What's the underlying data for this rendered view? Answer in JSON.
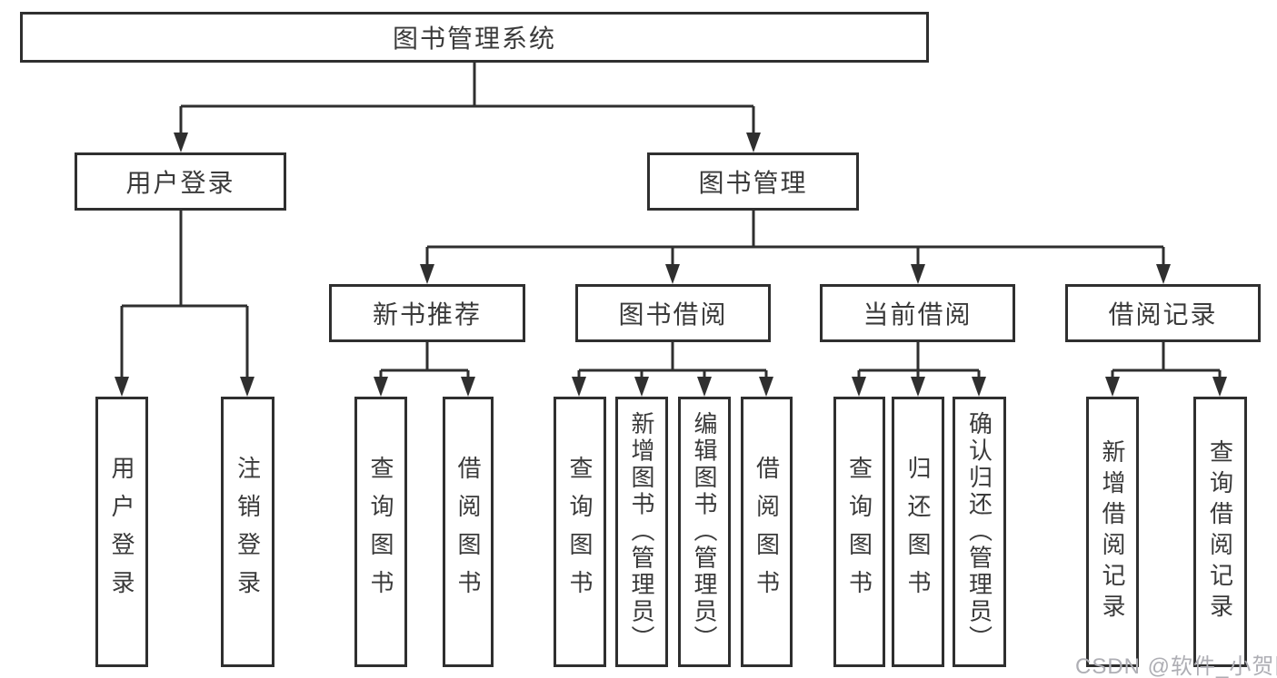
{
  "diagram": {
    "title": "图书管理系统",
    "level2": {
      "user_login": {
        "label": "用户登录"
      },
      "book_management": {
        "label": "图书管理"
      }
    },
    "level3": {
      "new_book_recommend": {
        "label": "新书推荐"
      },
      "book_borrow": {
        "label": "图书借阅"
      },
      "current_borrow": {
        "label": "当前借阅"
      },
      "borrow_record": {
        "label": "借阅记录"
      }
    },
    "leaves": {
      "user_login": {
        "label": "用户登录"
      },
      "logout": {
        "label": "注销登录"
      },
      "recommend_query_books": {
        "label": "查询图书"
      },
      "recommend_borrow_books": {
        "label": "借阅图书"
      },
      "borrow_query_books": {
        "label": "查询图书"
      },
      "borrow_add_books": {
        "label": "新增图书（管理员）"
      },
      "borrow_edit_books": {
        "label": "编辑图书（管理员）"
      },
      "borrow_borrow_books": {
        "label": "借阅图书"
      },
      "current_query_books": {
        "label": "查询图书"
      },
      "current_return_books": {
        "label": "归还图书"
      },
      "current_confirm_return": {
        "label": "确认归还（管理员）"
      },
      "record_add_record": {
        "label": "新增借阅记录"
      },
      "record_query_record": {
        "label": "查询借阅记录"
      }
    },
    "colors": {
      "line": "#2f2f2f",
      "text": "#3a3a3a",
      "watermark": "#aeaeb4",
      "background": "#ffffff"
    },
    "watermark": "CSDN @软件_小贺同学"
  }
}
